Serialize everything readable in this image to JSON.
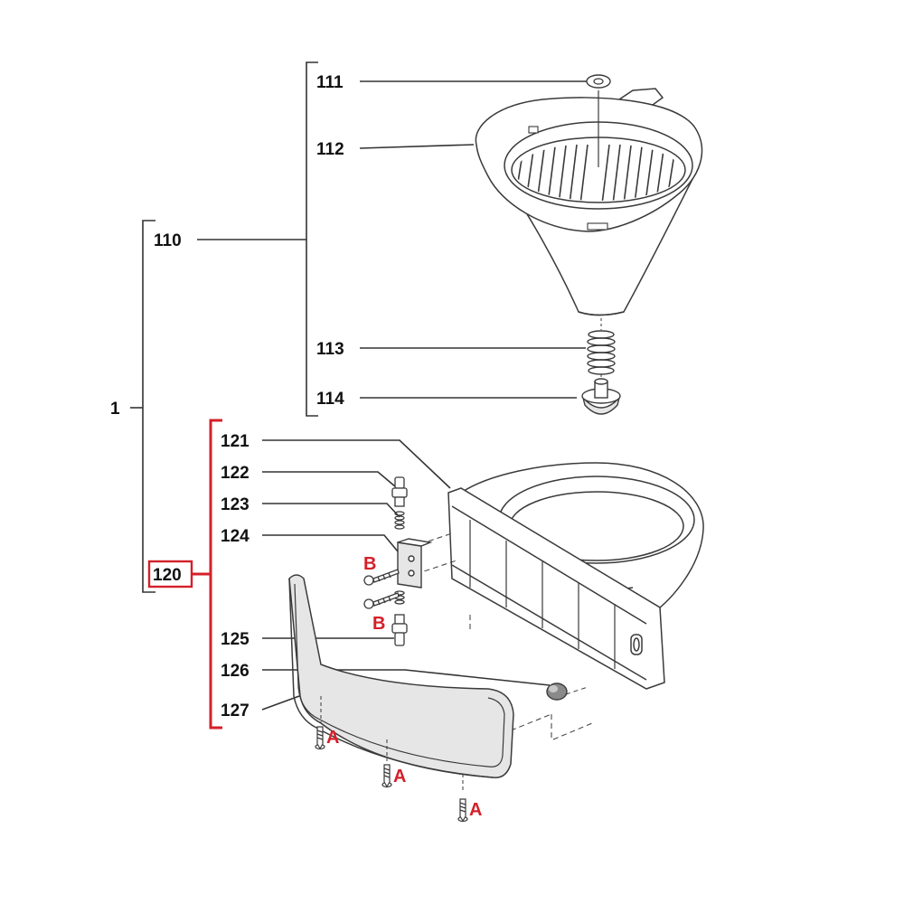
{
  "colors": {
    "line": "#333333",
    "part_stroke": "#3a3a3a",
    "part_fill": "#ffffff",
    "part_shade": "#e6e6e6",
    "highlight": "#d4202a"
  },
  "labels": {
    "root": "1",
    "group_110": "110",
    "p111": "111",
    "p112": "112",
    "p113": "113",
    "p114": "114",
    "group_120": "120",
    "p121": "121",
    "p122": "122",
    "p123": "123",
    "p124": "124",
    "p125": "125",
    "p126": "126",
    "p127": "127"
  },
  "fastener_tags": {
    "screw_a": "A",
    "screw_b": "B"
  },
  "parts": [
    {
      "id": "111",
      "name": "ring-seal"
    },
    {
      "id": "112",
      "name": "filter-holder"
    },
    {
      "id": "113",
      "name": "spring"
    },
    {
      "id": "114",
      "name": "drip-stop-valve"
    },
    {
      "id": "121",
      "name": "holder-housing"
    },
    {
      "id": "122",
      "name": "upper-pin"
    },
    {
      "id": "123",
      "name": "pin-spring"
    },
    {
      "id": "124",
      "name": "hinge-bracket"
    },
    {
      "id": "125",
      "name": "lower-pin"
    },
    {
      "id": "126",
      "name": "button-knob"
    },
    {
      "id": "127",
      "name": "front-cover-panel"
    }
  ]
}
